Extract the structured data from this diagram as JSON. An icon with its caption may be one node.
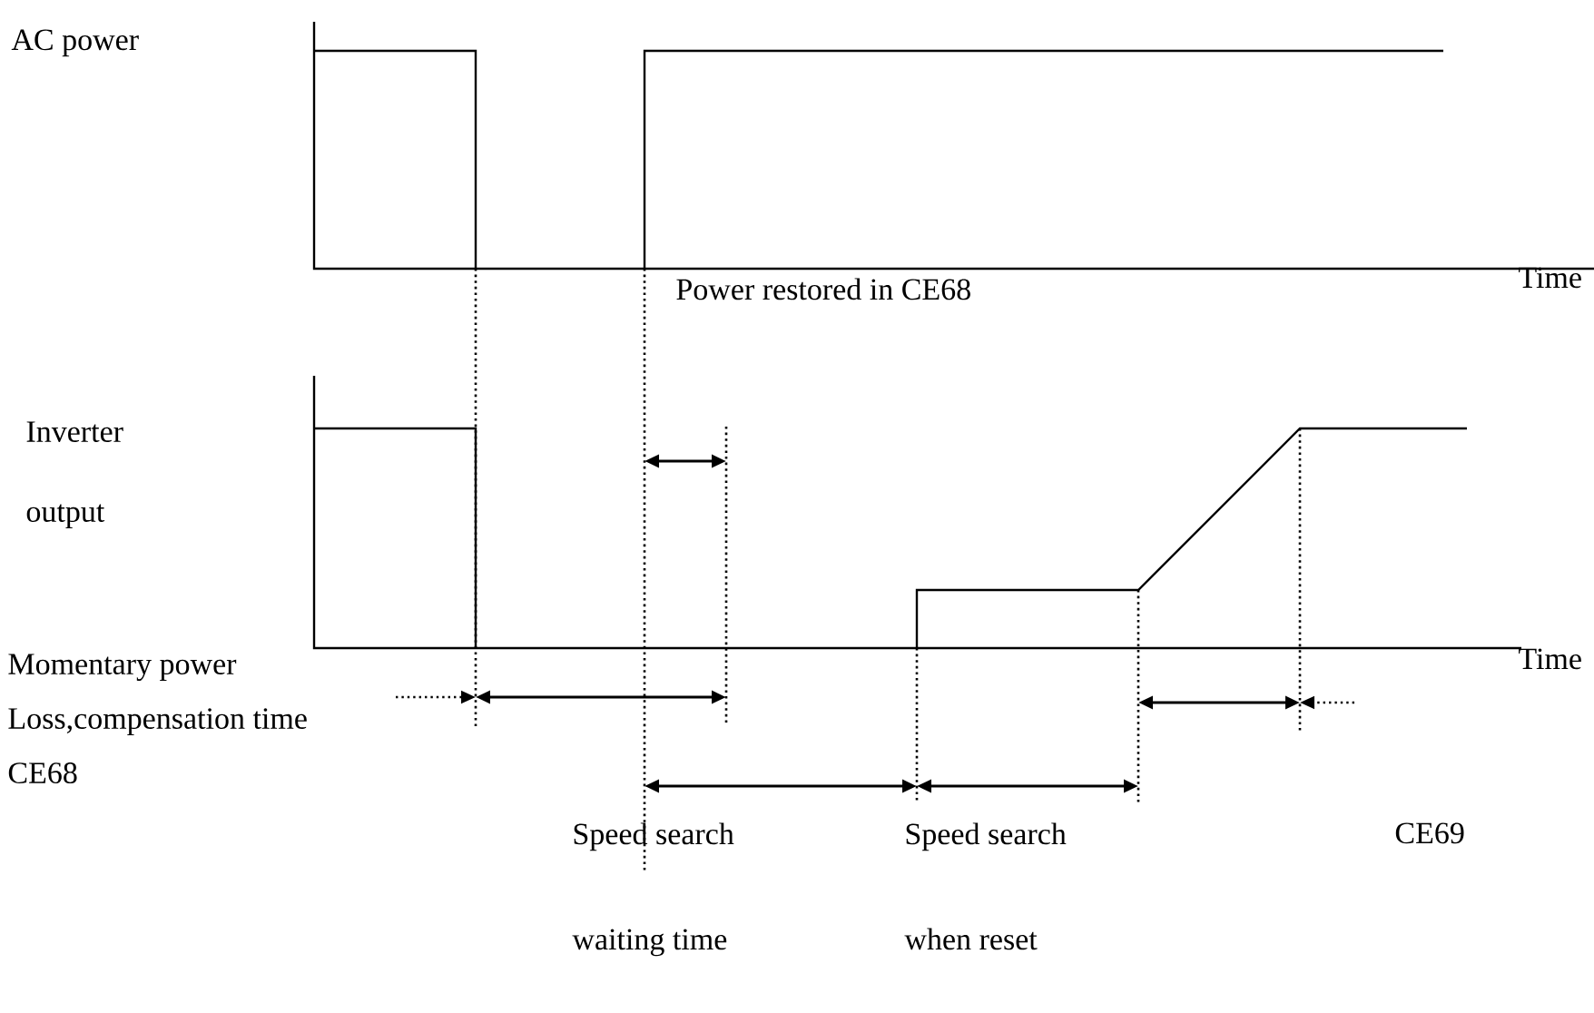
{
  "diagram": {
    "labels": [
      "AC power",
      "Time",
      "Power restored in CE68",
      "Inverter output",
      "Time",
      "Momentary power Loss,compensation time CE68",
      "Speed search waiting time",
      "Speed search when reset",
      "CE69"
    ]
  }
}
